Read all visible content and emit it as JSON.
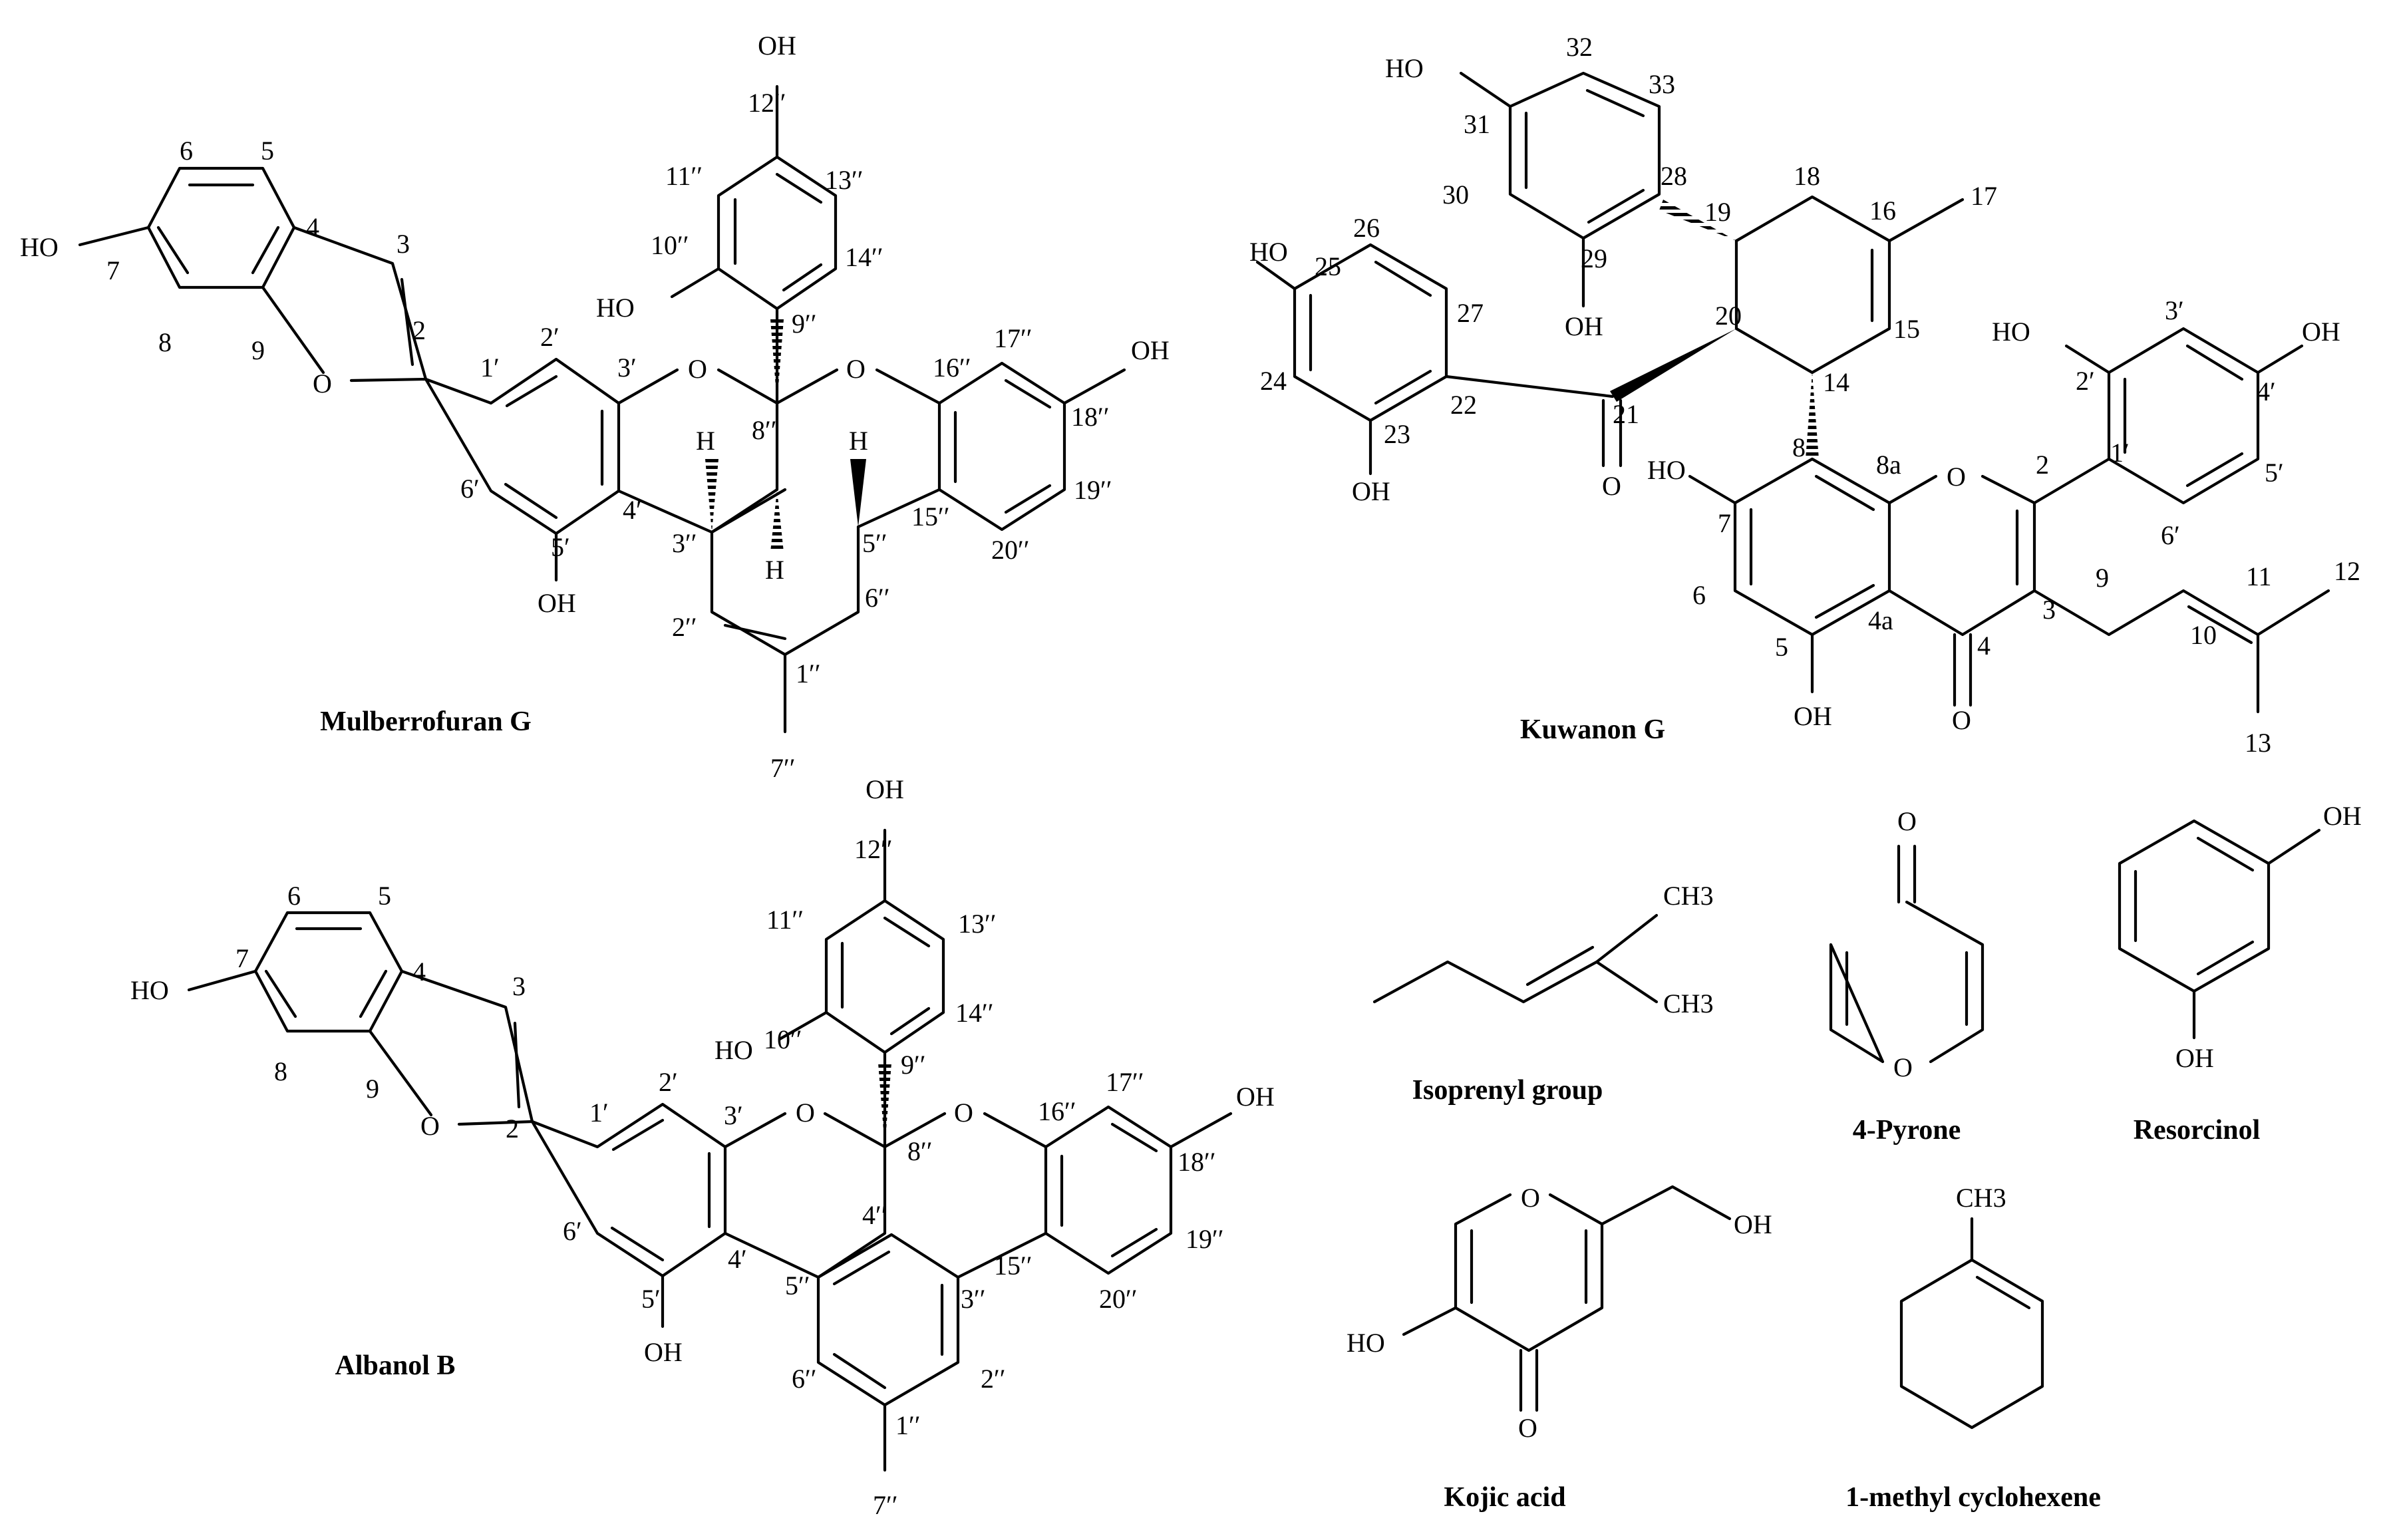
{
  "compounds": {
    "mulberrofuran_g": {
      "name": "Mulberrofuran G",
      "groups": {
        "oh_12": "OH",
        "oh_7": "HO",
        "oh_10": "HO",
        "oh_18": "OH",
        "oh_5p": "OH",
        "o_ring_a": "O",
        "o_ring_b": "O",
        "o_furan": "O",
        "h_3": "H",
        "h_8": "H",
        "h_5": "H"
      },
      "atoms": {
        "a6": "6",
        "a5": "5",
        "a4": "4",
        "a3": "3",
        "a2": "2",
        "a7": "7",
        "a8": "8",
        "a9": "9",
        "a1p": "1′",
        "a2p": "2′",
        "a3p": "3′",
        "a4p": "4′",
        "a5p": "5′",
        "a6p": "6′",
        "a12pp": "12′′",
        "a11pp": "11′′",
        "a13pp": "13′′",
        "a10pp": "10′′",
        "a14pp": "14′′",
        "a9pp": "9′′",
        "a8pp": "8′′",
        "a16pp": "16′′",
        "a17pp": "17′′",
        "a18pp": "18′′",
        "a19pp": "19′′",
        "a20pp": "20′′",
        "a15pp": "15′′",
        "a3pp": "3′′",
        "a5pp": "5′′",
        "a2pp": "2′′",
        "a6pp": "6′′",
        "a1pp": "1′′",
        "a7pp": "7′′"
      }
    },
    "kuwanon_g": {
      "name": "Kuwanon G",
      "groups": {
        "oh_31": "HO",
        "oh_25": "HO",
        "oh_29": "OH",
        "oh_23": "OH",
        "oh_2p": "HO",
        "oh_4p": "OH",
        "oh_7": "HO",
        "oh_5": "OH",
        "o_21": "O",
        "o_4": "O",
        "o_ring": "O"
      },
      "atoms": {
        "a32": "32",
        "a33": "33",
        "a31": "31",
        "a30": "30",
        "a28": "28",
        "a29": "29",
        "a19": "19",
        "a18": "18",
        "a16": "16",
        "a17": "17",
        "a26": "26",
        "a25": "25",
        "a27": "27",
        "a20": "20",
        "a15": "15",
        "a24": "24",
        "a22": "22",
        "a21": "21",
        "a14": "14",
        "a23": "23",
        "a8": "8",
        "a8a": "8a",
        "a2": "2",
        "a7": "7",
        "a6": "6",
        "a5": "5",
        "a4a": "4a",
        "a4": "4",
        "a3": "3",
        "a9": "9",
        "a10": "10",
        "a11": "11",
        "a12": "12",
        "a13": "13",
        "a2p": "2′",
        "a3p": "3′",
        "a4p": "4′",
        "a1p": "1′",
        "a5p": "5′",
        "a6p": "6′"
      }
    },
    "albanol_b": {
      "name": "Albanol B",
      "groups": {
        "oh_12": "OH",
        "oh_7": "HO",
        "oh_10": "HO",
        "oh_18": "OH",
        "oh_5p": "OH",
        "o_ring_a": "O",
        "o_ring_b": "O",
        "o_furan": "O"
      },
      "atoms": {
        "a6": "6",
        "a5": "5",
        "a4": "4",
        "a3": "3",
        "a2": "2",
        "a7": "7",
        "a8": "8",
        "a9": "9",
        "a1p": "1′",
        "a2p": "2′",
        "a3p": "3′",
        "a4p": "4′",
        "a5p": "5′",
        "a6p": "6′",
        "a12pp": "12′′",
        "a11pp": "11′′",
        "a13pp": "13′′",
        "a10pp": "10′′",
        "a14pp": "14′′",
        "a9pp": "9′′",
        "a8pp": "8′′",
        "a16pp": "16′′",
        "a17pp": "17′′",
        "a18pp": "18′′",
        "a19pp": "19′′",
        "a20pp": "20′′",
        "a15pp": "15′′",
        "a4pp": "4′′",
        "a3pp": "3′′",
        "a5pp": "5′′",
        "a2pp": "2′′",
        "a6pp": "6′′",
        "a1pp": "1′′",
        "a7pp": "7′′"
      }
    },
    "isoprenyl": {
      "name": "Isoprenyl group",
      "groups": {
        "ch3_a": "CH3",
        "ch3_b": "CH3"
      }
    },
    "pyrone": {
      "name": "4-Pyrone",
      "groups": {
        "o_top": "O",
        "o_ring": "O"
      }
    },
    "resorcinol": {
      "name": "Resorcinol",
      "groups": {
        "oh_a": "OH",
        "oh_b": "OH"
      }
    },
    "kojic_acid": {
      "name": "Kojic acid",
      "groups": {
        "o_ring": "O",
        "oh_ch2": "OH",
        "ho": "HO",
        "o_c4": "O"
      }
    },
    "methylcyclohexene": {
      "name": "1-methyl cyclohexene",
      "groups": {
        "ch3": "CH3"
      }
    }
  }
}
